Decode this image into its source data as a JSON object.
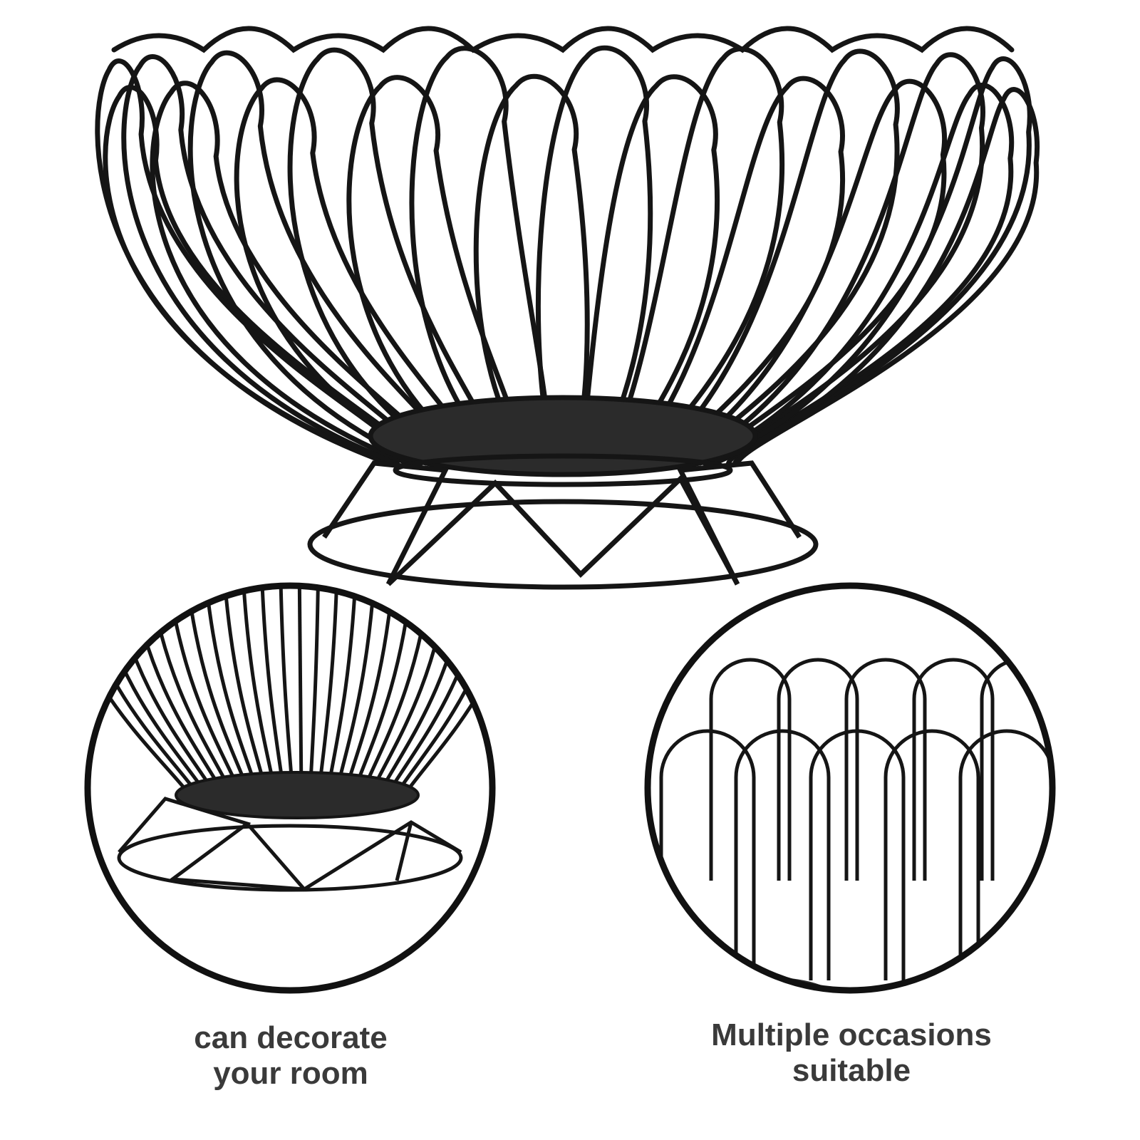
{
  "hero": {
    "subject": "black wire fruit bowl"
  },
  "details": {
    "left": {
      "subject": "base close-up",
      "caption": [
        "can decorate",
        "your room"
      ]
    },
    "right": {
      "subject": "rim close-up",
      "caption": [
        "Multiple occasions",
        "suitable"
      ]
    }
  },
  "colors": {
    "wire": "#151515",
    "plate": "#2b2b2b",
    "caption": "#3a3a3a",
    "ring": "#111111"
  }
}
